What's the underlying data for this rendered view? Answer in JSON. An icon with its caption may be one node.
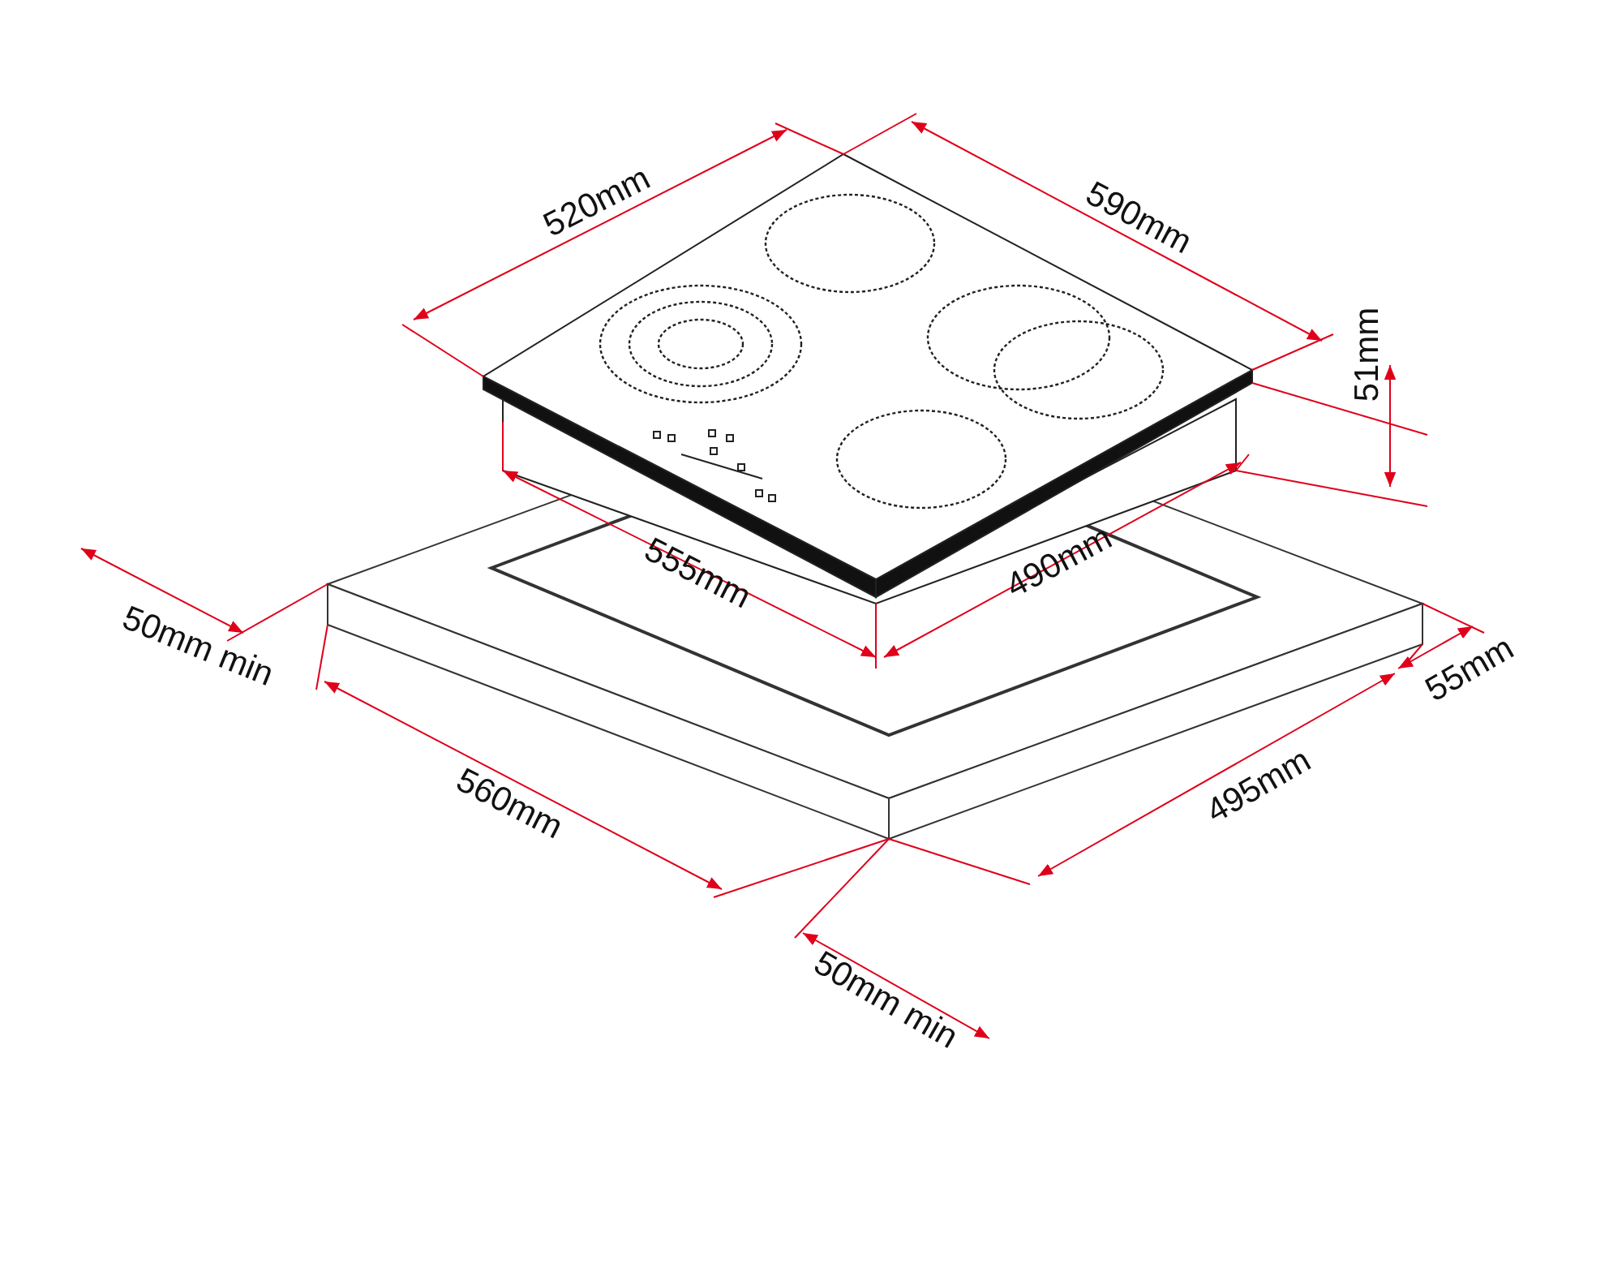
{
  "diagram": {
    "labels": [
      "520mm",
      "590mm",
      "51mm",
      "555mm",
      "490mm",
      "50mm min",
      "560mm",
      "495mm",
      "55mm",
      "50mm min"
    ]
  }
}
